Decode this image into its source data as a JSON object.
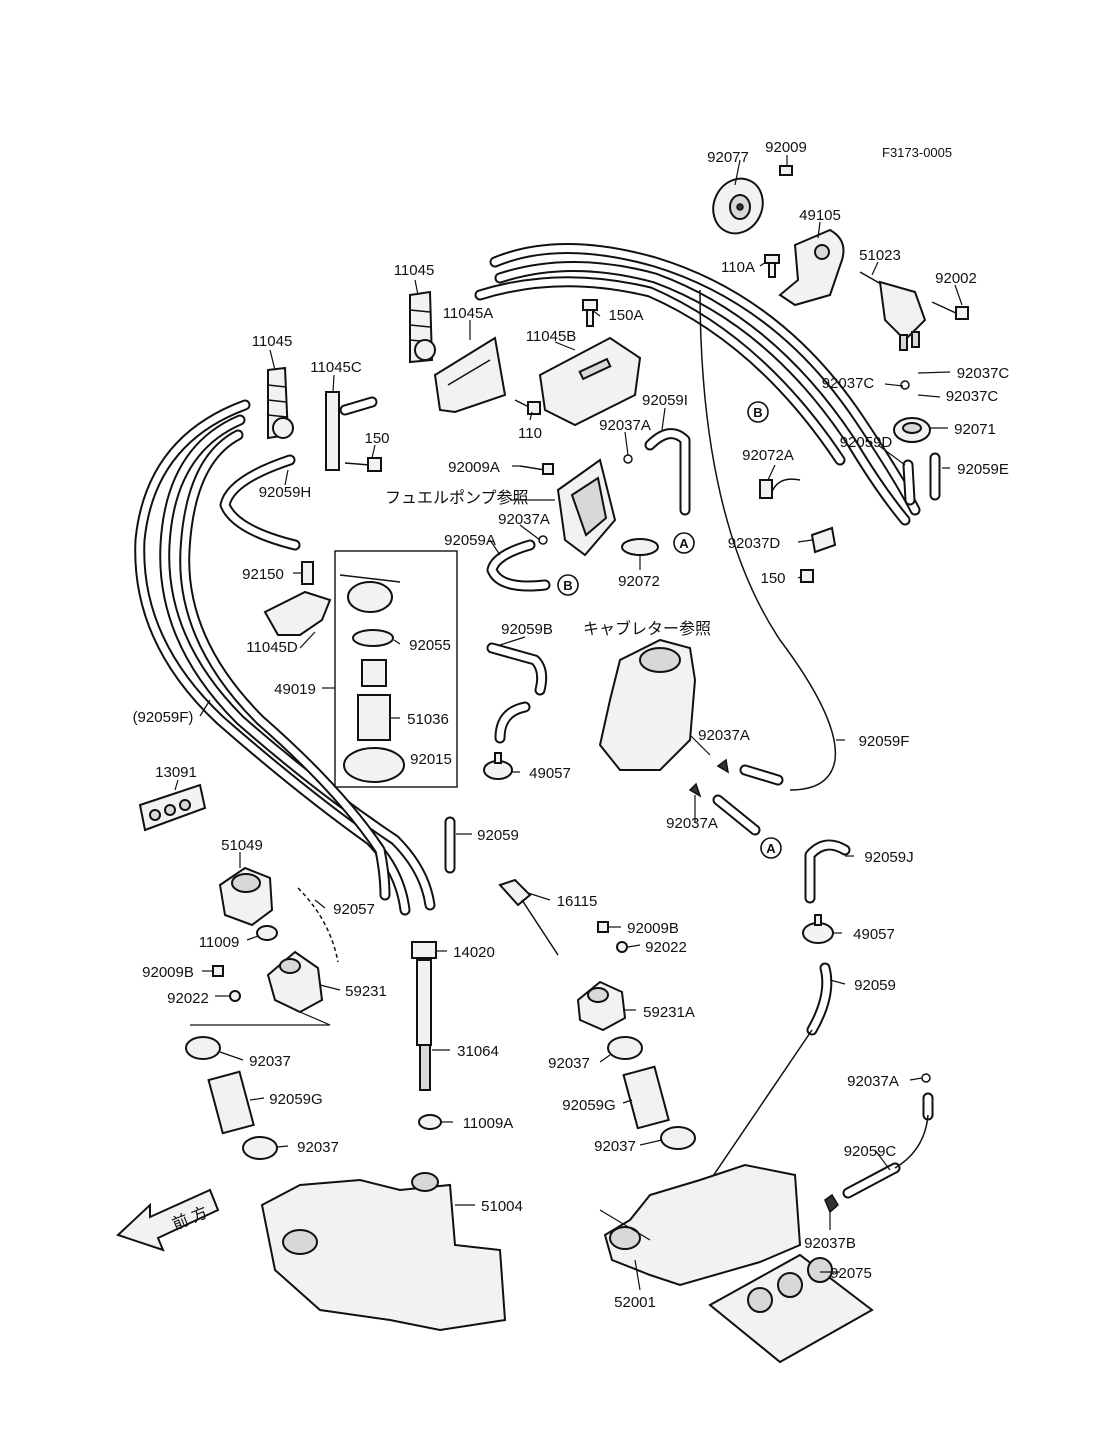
{
  "diagram_code": "F3173-0005",
  "japanese_notes": {
    "fuel_pump_ref": "フュエルポンプ参照",
    "carburetor_ref": "キャブレター参照",
    "front": "前 方"
  },
  "circle_refs": {
    "a": "A",
    "b": "B"
  },
  "labels": [
    {
      "id": "p92077",
      "text": "92077"
    },
    {
      "id": "p92009",
      "text": "92009"
    },
    {
      "id": "p49105",
      "text": "49105"
    },
    {
      "id": "p110A",
      "text": "110A"
    },
    {
      "id": "p51023",
      "text": "51023"
    },
    {
      "id": "p92002",
      "text": "92002"
    },
    {
      "id": "p11045a",
      "text": "11045"
    },
    {
      "id": "p11045A",
      "text": "11045A"
    },
    {
      "id": "p150A",
      "text": "150A"
    },
    {
      "id": "p11045B",
      "text": "11045B"
    },
    {
      "id": "p11045b",
      "text": "11045"
    },
    {
      "id": "p11045C",
      "text": "11045C"
    },
    {
      "id": "p150",
      "text": "150"
    },
    {
      "id": "p110",
      "text": "110"
    },
    {
      "id": "p92059I",
      "text": "92059I"
    },
    {
      "id": "p92037A1",
      "text": "92037A"
    },
    {
      "id": "p92037C1",
      "text": "92037C"
    },
    {
      "id": "p92037C2",
      "text": "92037C"
    },
    {
      "id": "p92037C3",
      "text": "92037C"
    },
    {
      "id": "p92071",
      "text": "92071"
    },
    {
      "id": "p92059D",
      "text": "92059D"
    },
    {
      "id": "p92072A",
      "text": "92072A"
    },
    {
      "id": "p92059E",
      "text": "92059E"
    },
    {
      "id": "p92059H",
      "text": "92059H"
    },
    {
      "id": "p92009A",
      "text": "92009A"
    },
    {
      "id": "p92037A2",
      "text": "92037A"
    },
    {
      "id": "p92059A",
      "text": "92059A"
    },
    {
      "id": "p92072",
      "text": "92072"
    },
    {
      "id": "p92037D",
      "text": "92037D"
    },
    {
      "id": "p150b",
      "text": "150"
    },
    {
      "id": "p92150",
      "text": "92150"
    },
    {
      "id": "p92059B",
      "text": "92059B"
    },
    {
      "id": "p11045D",
      "text": "11045D"
    },
    {
      "id": "p92055",
      "text": "92055"
    },
    {
      "id": "p49019",
      "text": "49019"
    },
    {
      "id": "p51036",
      "text": "51036"
    },
    {
      "id": "p92059F1",
      "text": "(92059F)"
    },
    {
      "id": "p92037A3",
      "text": "92037A"
    },
    {
      "id": "p92059F2",
      "text": "92059F"
    },
    {
      "id": "p13091",
      "text": "13091"
    },
    {
      "id": "p92015",
      "text": "92015"
    },
    {
      "id": "p49057a",
      "text": "49057"
    },
    {
      "id": "p92059a",
      "text": "92059"
    },
    {
      "id": "p92037A4",
      "text": "92037A"
    },
    {
      "id": "p51049",
      "text": "51049"
    },
    {
      "id": "p92059J",
      "text": "92059J"
    },
    {
      "id": "p92057",
      "text": "92057"
    },
    {
      "id": "p16115",
      "text": "16115"
    },
    {
      "id": "p92009B1",
      "text": "92009B"
    },
    {
      "id": "p11009",
      "text": "11009"
    },
    {
      "id": "p49057b",
      "text": "49057"
    },
    {
      "id": "p92022a",
      "text": "92022"
    },
    {
      "id": "p14020",
      "text": "14020"
    },
    {
      "id": "p92009B2",
      "text": "92009B"
    },
    {
      "id": "p92059b",
      "text": "92059"
    },
    {
      "id": "p92022b",
      "text": "92022"
    },
    {
      "id": "p59231",
      "text": "59231"
    },
    {
      "id": "p59231A",
      "text": "59231A"
    },
    {
      "id": "p31064",
      "text": "31064"
    },
    {
      "id": "p92037a",
      "text": "92037"
    },
    {
      "id": "p92037b",
      "text": "92037"
    },
    {
      "id": "p92037A5",
      "text": "92037A"
    },
    {
      "id": "p92059G1",
      "text": "92059G"
    },
    {
      "id": "p92059G2",
      "text": "92059G"
    },
    {
      "id": "p11009A",
      "text": "11009A"
    },
    {
      "id": "p92037c",
      "text": "92037"
    },
    {
      "id": "p92037d",
      "text": "92037"
    },
    {
      "id": "p92059C",
      "text": "92059C"
    },
    {
      "id": "p51004",
      "text": "51004"
    },
    {
      "id": "p92037B",
      "text": "92037B"
    },
    {
      "id": "p92075",
      "text": "92075"
    },
    {
      "id": "p52001",
      "text": "52001"
    }
  ]
}
